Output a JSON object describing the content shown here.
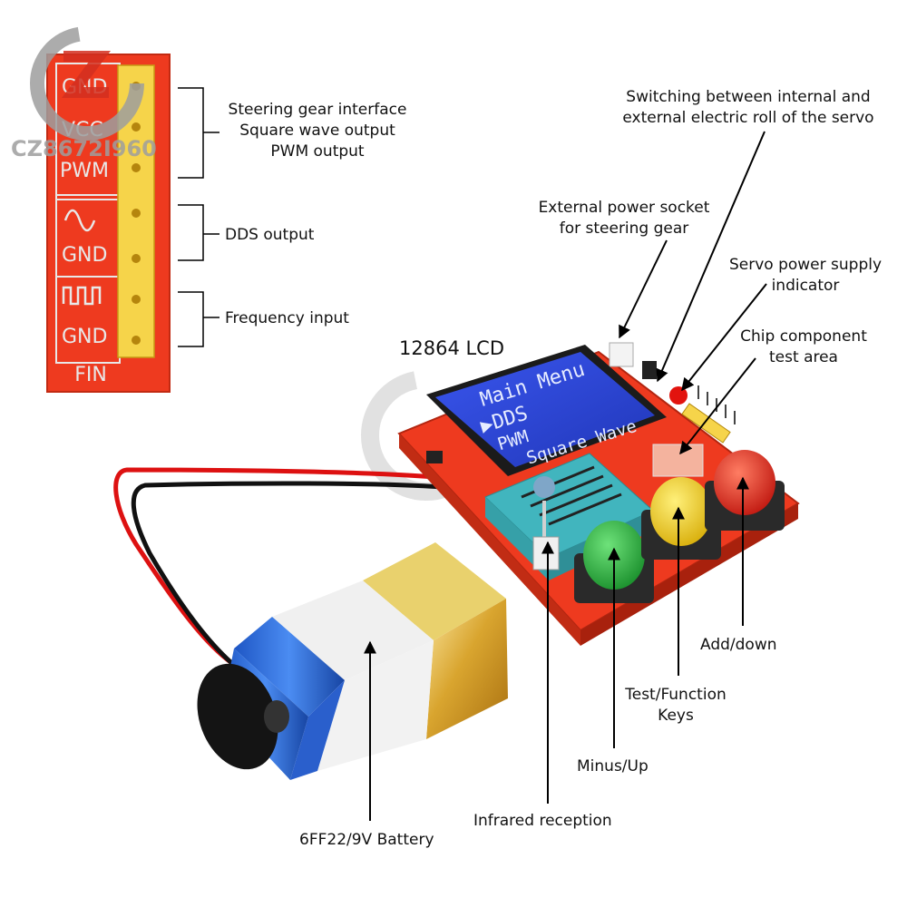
{
  "watermark": {
    "text": "CZ8672I960",
    "color": "#9e9e9e"
  },
  "header_inset": {
    "pins": [
      "GND",
      "VCC",
      "PWM",
      "GND",
      "GND"
    ],
    "footer": "FIN",
    "board_color": "#ee3a1f",
    "header_color": "#f6d44a"
  },
  "labels": {
    "steering": [
      "Steering gear interface",
      "Square wave output",
      "PWM output"
    ],
    "dds": "DDS output",
    "freq": "Frequency input",
    "switching": [
      "Switching between internal and",
      "external electric roll of the servo"
    ],
    "ext_socket": [
      "External power socket",
      "for steering gear"
    ],
    "servo_led": [
      "Servo power supply",
      "indicator"
    ],
    "chip_area": [
      "Chip component",
      "test area"
    ],
    "lcd": "12864 LCD",
    "add_down": "Add/down",
    "test_keys": [
      "Test/Function",
      "Keys"
    ],
    "minus_up": "Minus/Up",
    "infrared": "Infrared reception",
    "battery": "6FF22/9V Battery"
  },
  "lcd_screen": {
    "line1": "Main Menu",
    "line2": "▶DDS",
    "line3": "PWM",
    "line4": "Square Wave",
    "color": "#2f47d8"
  },
  "buttons": {
    "green": "#27b43c",
    "yellow": "#f3d21d",
    "red": "#e7261d"
  }
}
